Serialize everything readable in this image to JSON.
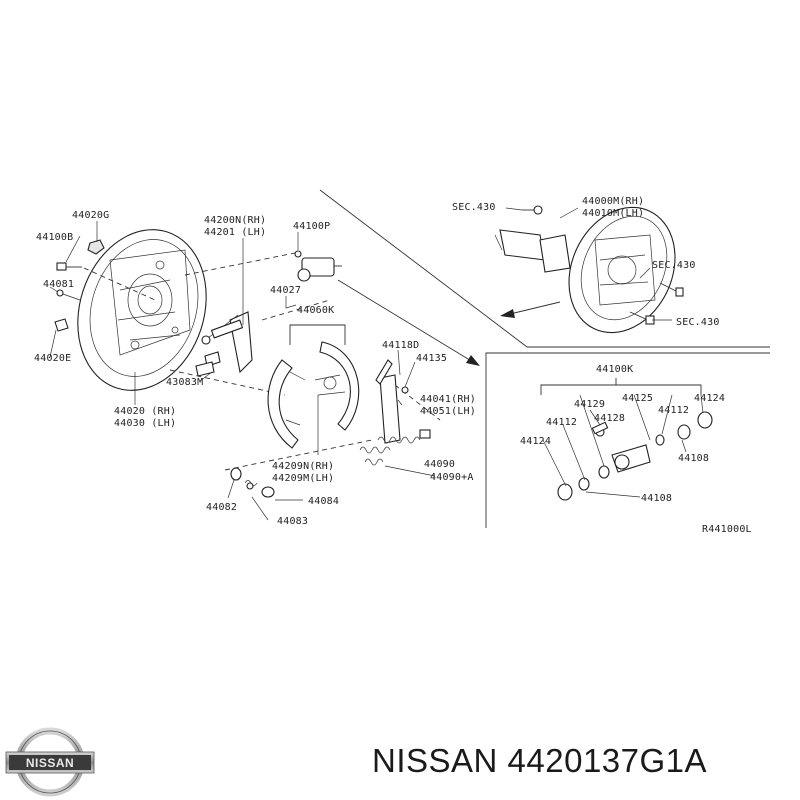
{
  "labels": {
    "l44020G": "44020G",
    "l44100B": "44100B",
    "l44081": "44081",
    "l44020E": "44020E",
    "l44020rh": "44020 (RH)",
    "l44030lh": "44030 (LH)",
    "l44200N": "44200N(RH)",
    "l44201": "44201  (LH)",
    "l44100P": "44100P",
    "l44027": "44027",
    "l44060K": "44060K",
    "l43083M": "43083M",
    "l44118D": "44118D",
    "l44135": "44135",
    "l44041": "44041(RH)",
    "l44051": "44051(LH)",
    "l44209N": "44209N(RH)",
    "l44209M": "44209M(LH)",
    "l44090": "44090",
    "l44090A": "44090+A",
    "l44082": "44082",
    "l44084": "44084",
    "l44083": "44083",
    "sec430a": "SEC.430",
    "sec430b": "SEC.430",
    "sec430c": "SEC.430",
    "l44000M": "44000M(RH)",
    "l44010M": "44010M(LH)",
    "l44100K": "44100K",
    "l44129": "44129",
    "l44125": "44125",
    "l44124a": "44124",
    "l44112a": "44112",
    "l44128": "44128",
    "l44112b": "44112",
    "l44124b": "44124",
    "l44108a": "44108",
    "l44108b": "44108",
    "ref": "R441000L"
  },
  "brand": {
    "logo_text": "NISSAN"
  },
  "caption": "NISSAN 4420137G1A"
}
